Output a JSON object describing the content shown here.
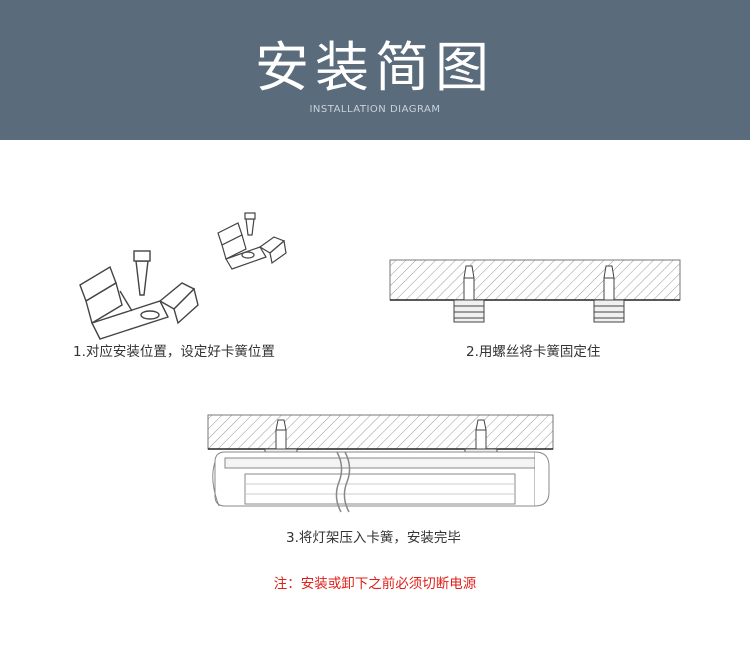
{
  "header": {
    "title": "安装简图",
    "subtitle": "INSTALLATION DIAGRAM",
    "bg_color": "#5a6b7b"
  },
  "steps": [
    {
      "caption": "1.对应安装位置，设定好卡簧位置"
    },
    {
      "caption": "2.用螺丝将卡簧固定住"
    },
    {
      "caption": "3.将灯架压入卡簧，安装完毕"
    }
  ],
  "warning": {
    "text": "注：安装或卸下之前必须切断电源",
    "color": "#e0201a"
  }
}
